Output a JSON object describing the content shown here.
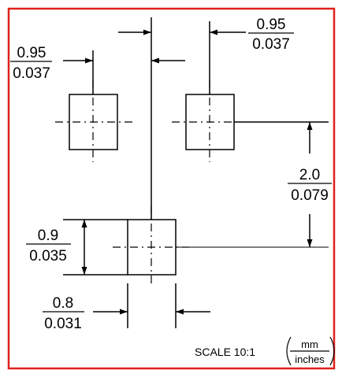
{
  "border_color": "#e0201c",
  "line_color": "#000000",
  "dims": {
    "top_left": {
      "mm": "0.95",
      "inch": "0.037"
    },
    "top_right": {
      "mm": "0.95",
      "inch": "0.037"
    },
    "right": {
      "mm": "2.0",
      "inch": "0.079"
    },
    "left": {
      "mm": "0.9",
      "inch": "0.035"
    },
    "bottom": {
      "mm": "0.8",
      "inch": "0.031"
    }
  },
  "footer": {
    "scale": "SCALE 10:1",
    "unit_top": "mm",
    "unit_bottom": "inches"
  }
}
